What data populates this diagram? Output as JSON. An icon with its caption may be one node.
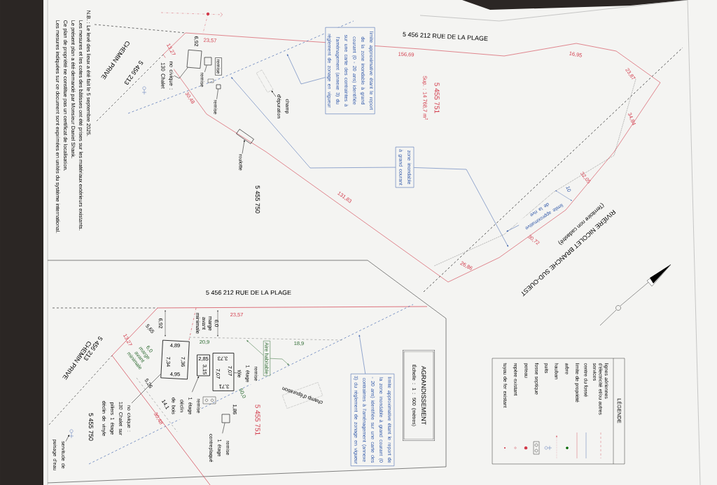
{
  "diagram": {
    "nodes": [
      {
        "text": [
          "limite approximative étant le report de la zone inondable à grand courant (0 - 20 ans) identifiée sur une carte des contraintes à l'aménagement (annexe 3) du règlement de zonage en vigueur"
        ]
      },
      {
        "text": [
          "zone inondable à grand courant"
        ]
      },
      {
        "text": [
          "champ d'épuration"
        ]
      },
      {
        "text": [],
        "shape": "box"
      },
      {
        "text": [
          "roulotte"
        ]
      },
      {
        "text": [],
        "shape": "box"
      },
      {
        "text": [
          "no civique : 130 Chalet"
        ]
      },
      {
        "text": [
          "remise"
        ]
      },
      {
        "text": [
          "remise"
        ]
      },
      {
        "text": [
          "remise"
        ]
      },
      {
        "text": [
          "Aire habitable"
        ]
      },
      {
        "text": [
          "remise 1 étage tôle"
        ]
      },
      {
        "text": [
          "remise 1 étage déclin de bois"
        ]
      },
      {
        "text": [
          "no civique : 130 Chalet sur piliers 1 étage déclin de vinyle"
        ]
      },
      {
        "text": [
          "remise 1 étage contreplaqué"
        ]
      },
      {
        "text": [
          "limite approximative étant le report de la zone inondable à grand courant (0 - 20 ans) identifiée sur une carte des contraintes à l'aménagement (annexe 3) du règlement de zonage en vigueur"
        ]
      },
      {
        "text": [
          "AGRANDISSEMENT",
          "Échelle : 1 : 500 (mètres)"
        ]
      },
      {
        "text": [
          "servitude de puisage d'eau"
        ]
      },
      {
        "text": [
          "limite approximative de la rive"
        ]
      },
      {
        "text": [],
        "shape": "box"
      },
      {
        "text": [],
        "shape": "box"
      },
      {
        "text": [],
        "shape": "box"
      },
      {
        "text": [
          "4,89",
          "7,34",
          "7,36",
          "4,95"
        ]
      },
      {
        "text": [
          "2,85",
          "3,15"
        ]
      },
      {
        "text": [
          "3,73",
          "7,07",
          "7,07",
          "3,71"
        ]
      },
      {
        "text": [],
        "shape": "box"
      }
    ],
    "edges": [
      {
        "from": 0,
        "to": null,
        "arrow": "to",
        "color": "#2f57a8"
      },
      {
        "from": 1,
        "to": null,
        "arrow": "to",
        "color": "#2f57a8"
      },
      {
        "from": 1,
        "to": null,
        "arrow": "to",
        "color": "#2f57a8"
      },
      {
        "from": 2,
        "to": 3,
        "arrow": "to"
      },
      {
        "from": 4,
        "to": 5,
        "arrow": "to"
      },
      {
        "from": 6,
        "to": 19,
        "arrow": "none"
      },
      {
        "from": 7,
        "to": 20,
        "arrow": "none"
      },
      {
        "from": 8,
        "to": 21,
        "arrow": "none"
      },
      {
        "from": 10,
        "to": null,
        "arrow": "to",
        "color": "#2e6b32"
      },
      {
        "from": 10,
        "to": null,
        "arrow": "to",
        "color": "#2e6b32"
      },
      {
        "from": 11,
        "to": 24,
        "arrow": "none"
      },
      {
        "from": 12,
        "to": 23,
        "arrow": "to"
      },
      {
        "from": 13,
        "to": 22,
        "arrow": "none"
      },
      {
        "from": 14,
        "to": 25,
        "arrow": "none"
      },
      {
        "from": 15,
        "to": null,
        "arrow": "to",
        "color": "#2f57a8"
      },
      {
        "from": 17,
        "to": null,
        "arrow": "to"
      },
      {
        "from": 18,
        "to": null,
        "arrow": "to",
        "color": "#2f57a8"
      }
    ],
    "labels": [
      "5 456 212 RUE DE LA PLAGE",
      "N.B. : Le levé des lieux a été fait le 5 septembre 2025.",
      "Les mesures et les cotes des bâtisses ont été prises sur les matériaux extérieurs existants.",
      "Le présent plan a été demandé par Monsieur Daniel Shank.",
      "Ce plan de propriété ne constitue pas un certificat de localisation.",
      "Les mesures indiquées sur ce document sont exprimées en unités du système international.",
      "CHEMIN PRIVE",
      "5 456 213",
      "23,57",
      "6,92",
      "13,27",
      "30,48",
      "5 455 750",
      "131,83",
      "156,69",
      "5 455 751",
      "Sup. : 14 768,7 m$^{2}$",
      "16,95",
      "23,87",
      "34,84",
      "32,05",
      "10",
      "30,72",
      "26,86",
      "RIVIÈRE NICOLET BRANCHE SUD-OUEST",
      "(Territoire non cadastré)",
      "5 456 212 RUE DE LA PLAGE",
      "CHEMIN PRIVE",
      "5 456 213",
      "23,57",
      "6,92",
      "5,65",
      "13,27",
      "6,0 marge avant minimale",
      "6,0 marge avant minimale",
      "20,9",
      "18,9",
      "5,26",
      "50,0",
      "14,1",
      "30,48",
      "5 455 750",
      "5 455 751",
      "1,86",
      "champ d'épuration",
      "LÉGENDE"
    ],
    "legend": [
      {
        "text": "lignes aériennes d'électricité et/ou autres services"
      },
      {
        "text": "centre du fossé"
      },
      {
        "text": "limite de propriété"
      },
      {
        "text": "arbre"
      },
      {
        "text": "hauban"
      },
      {
        "text": "puits"
      },
      {
        "text": "fosse septique"
      },
      {
        "text": "poteau"
      },
      {
        "text": "repère existant"
      },
      {
        "text": "tuyau de fer existant"
      }
    ]
  }
}
